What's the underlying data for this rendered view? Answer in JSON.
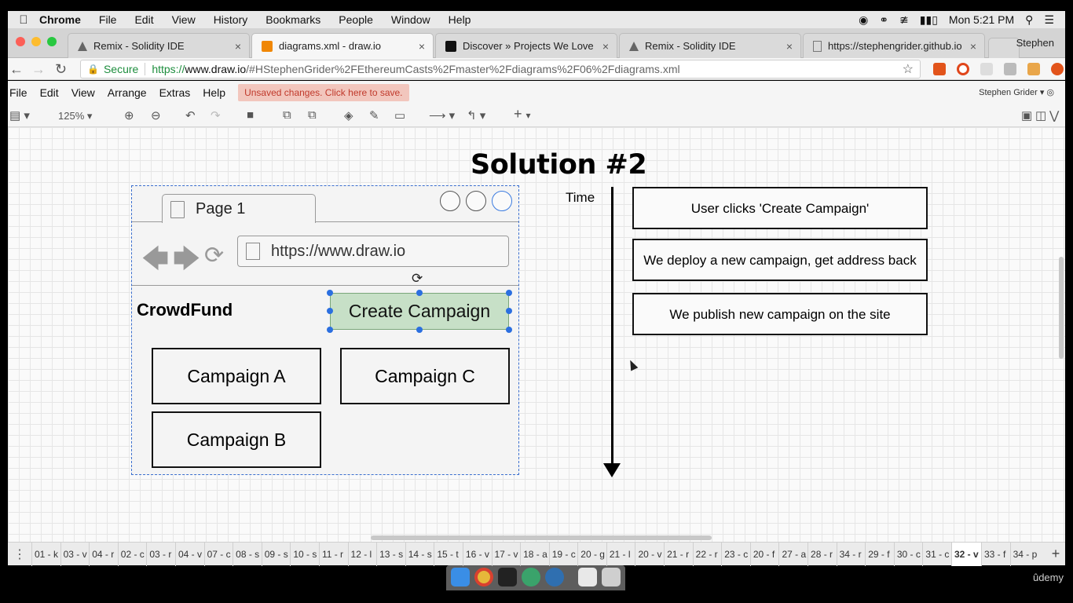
{
  "mac_menu": {
    "app": "Chrome",
    "items": [
      "File",
      "Edit",
      "View",
      "History",
      "Bookmarks",
      "People",
      "Window",
      "Help"
    ],
    "clock": "Mon 5:21 PM"
  },
  "tabs": [
    {
      "title": "Remix - Solidity IDE",
      "icon": "remix-icon",
      "active": false
    },
    {
      "title": "diagrams.xml - draw.io",
      "icon": "drawio-icon",
      "active": true
    },
    {
      "title": "Discover » Projects We Love",
      "icon": "kickstarter-icon",
      "active": false
    },
    {
      "title": "Remix - Solidity IDE",
      "icon": "remix-icon",
      "active": false
    },
    {
      "title": "https://stephengrider.github.io",
      "icon": "document-icon",
      "active": false
    }
  ],
  "profile_name": "Stephen",
  "address": {
    "secure_label": "Secure",
    "scheme": "https://",
    "host": "www.draw.io",
    "path": "/#HStephenGrider%2FEthereumCasts%2Fmaster%2Fdiagrams%2F06%2Fdiagrams.xml"
  },
  "app_menu": {
    "items": [
      "File",
      "Edit",
      "View",
      "Arrange",
      "Extras",
      "Help"
    ],
    "unsaved": "Unsaved changes. Click here to save.",
    "user": "Stephen Grider"
  },
  "toolbar": {
    "zoom": "125%"
  },
  "diagram": {
    "title": "Solution #2",
    "mock": {
      "page_tab": "Page 1",
      "url": "https://www.draw.io",
      "brand": "CrowdFund",
      "create_button": "Create Campaign",
      "campaigns": [
        "Campaign A",
        "Campaign C",
        "Campaign B"
      ]
    },
    "time_label": "Time",
    "steps": [
      "User clicks 'Create Campaign'",
      "We deploy a new campaign, get address back",
      "We publish new campaign on the site"
    ]
  },
  "pages": [
    "01 - k",
    "03 - v",
    "04 - r",
    "02 - c",
    "03 - r",
    "04 - v",
    "07 - c",
    "08 - s",
    "09 - s",
    "10 - s",
    "11 - r",
    "12 - l",
    "13 - s",
    "14 - s",
    "15 - t",
    "16 - v",
    "17 - v",
    "18 - a",
    "19 - c",
    "20 - g",
    "21 - l",
    "20 - v",
    "21 - r",
    "22 - r",
    "23 - c",
    "20 - f",
    "27 - a",
    "28 - r",
    "34 - r",
    "29 - f",
    "30 - c",
    "31 - c",
    "32 - v",
    "33 - f",
    "34 - p"
  ],
  "active_page_index": 32,
  "watermark": "ûdemy"
}
